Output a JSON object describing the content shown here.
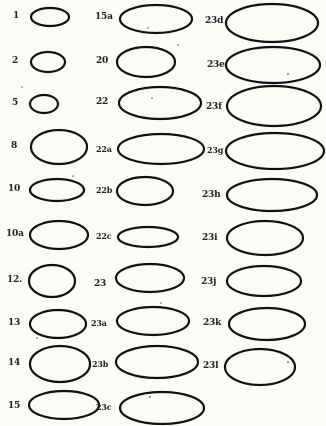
{
  "plate": {
    "figures": [
      {
        "id": "fig-1",
        "label": "1"
      },
      {
        "id": "fig-2",
        "label": "2"
      },
      {
        "id": "fig-5",
        "label": "5"
      },
      {
        "id": "fig-8",
        "label": "8"
      },
      {
        "id": "fig-10",
        "label": "10"
      },
      {
        "id": "fig-10a",
        "label": "10a"
      },
      {
        "id": "fig-12",
        "label": "12."
      },
      {
        "id": "fig-13",
        "label": "13"
      },
      {
        "id": "fig-14",
        "label": "14"
      },
      {
        "id": "fig-15",
        "label": "15"
      },
      {
        "id": "fig-15a",
        "label": "15a"
      },
      {
        "id": "fig-20",
        "label": "20"
      },
      {
        "id": "fig-22",
        "label": "22"
      },
      {
        "id": "fig-22a",
        "label": "22a"
      },
      {
        "id": "fig-22b",
        "label": "22b"
      },
      {
        "id": "fig-22c",
        "label": "22c"
      },
      {
        "id": "fig-23",
        "label": "23"
      },
      {
        "id": "fig-23a",
        "label": "23a"
      },
      {
        "id": "fig-23b",
        "label": "23b"
      },
      {
        "id": "fig-23c",
        "label": "23c"
      },
      {
        "id": "fig-23d",
        "label": "23d"
      },
      {
        "id": "fig-23e",
        "label": "23e"
      },
      {
        "id": "fig-23f",
        "label": "23f"
      },
      {
        "id": "fig-23g",
        "label": "23g"
      },
      {
        "id": "fig-23h",
        "label": "23h"
      },
      {
        "id": "fig-23i",
        "label": "23i"
      },
      {
        "id": "fig-23j",
        "label": "23j"
      },
      {
        "id": "fig-23k",
        "label": "23k"
      },
      {
        "id": "fig-23l",
        "label": "23l"
      }
    ]
  }
}
